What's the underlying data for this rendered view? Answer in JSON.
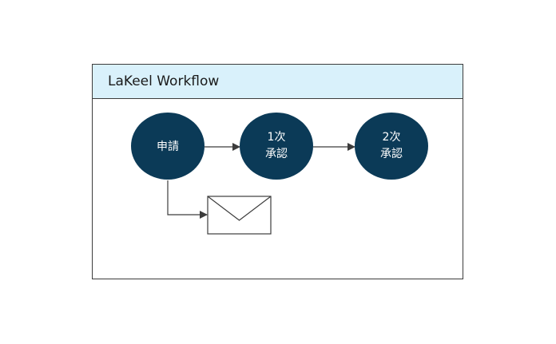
{
  "frame": {
    "title": "LaKeel Workflow"
  },
  "nodes": [
    {
      "id": "apply",
      "lines": [
        "申請"
      ]
    },
    {
      "id": "approval1",
      "lines": [
        "1次",
        "承認"
      ]
    },
    {
      "id": "approval2",
      "lines": [
        "2次",
        "承認"
      ]
    }
  ],
  "colors": {
    "node_fill": "#0b3a57",
    "header_fill": "#d9f1fb",
    "line": "#3c3c3c"
  },
  "icons": {
    "notification": "envelope-icon"
  }
}
